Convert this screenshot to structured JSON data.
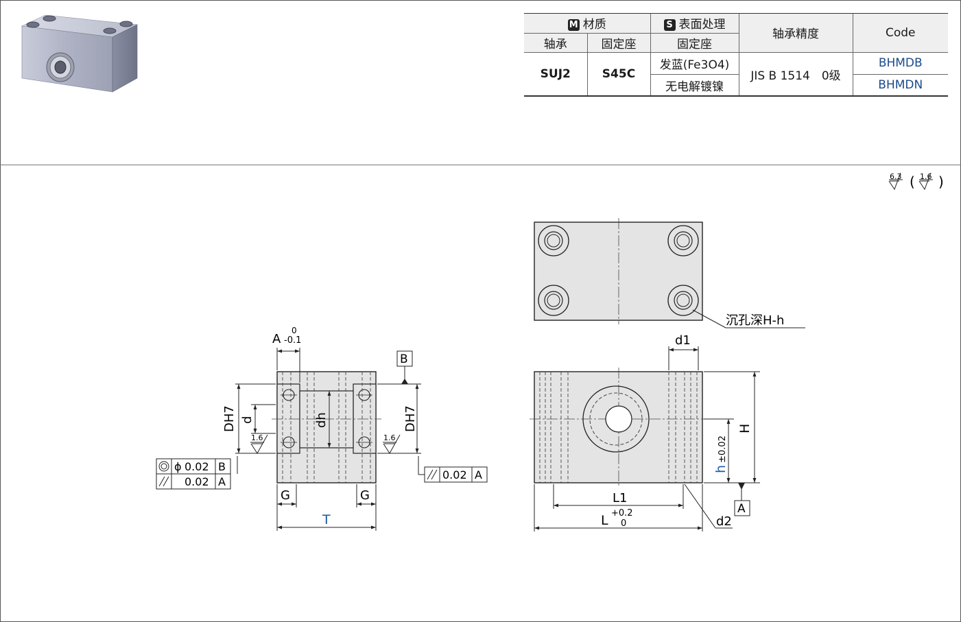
{
  "spec_table": {
    "material_label": "M",
    "material_header": "材质",
    "surface_label": "S",
    "surface_header": "表面处理",
    "accuracy_header": "轴承精度",
    "code_header": "Code",
    "bearing_header": "轴承",
    "housing_header": "固定座",
    "housing_header_2": "固定座",
    "bearing_material": "SUJ2",
    "housing_material": "S45C",
    "surface_1": "发蓝(Fe3O4)",
    "surface_2": "无电解镀镍",
    "accuracy": "JIS B 1514　0级",
    "code_1": "BHMDB",
    "code_2": "BHMDN"
  },
  "roughness": {
    "general": "6.3",
    "special": "1.6",
    "bore_left": "1.6",
    "bore_right": "1.6"
  },
  "side_view": {
    "a_label": "A",
    "a_tol_upper": "0",
    "a_tol_lower": "-0.1",
    "datum_b": "B",
    "dh7_left": "DH7",
    "d_label": "d",
    "dh_label": "dh",
    "dh7_right": "DH7",
    "g_left": "G",
    "g_right": "G",
    "t_label": "T",
    "fcf1_value": "0.02",
    "fcf1_datum": "B",
    "fcf2_value": "0.02",
    "fcf2_datum": "A",
    "fcf3_value": "0.02",
    "fcf3_datum": "A"
  },
  "front_view": {
    "counterbore_note": "沉孔深H-h",
    "d1_label": "d1",
    "h_big_label": "H",
    "h_small_label": "h",
    "h_tol": "±0.02",
    "datum_a": "A",
    "l1_label": "L1",
    "l_label": "L",
    "l_tol_upper": "+0.2",
    "l_tol_lower": "0",
    "d2_label": "d2"
  },
  "colors": {
    "blue_dim": "#1a5aa0",
    "part_fill": "#e4e4e4",
    "line": "#222222"
  }
}
